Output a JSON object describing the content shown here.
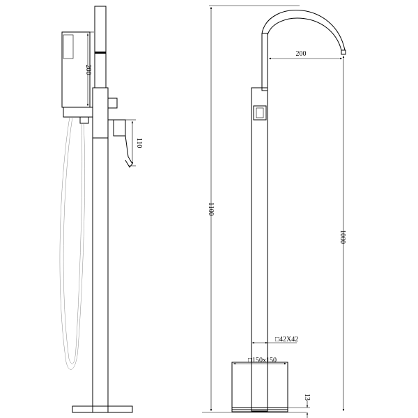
{
  "drawing": {
    "side_view": {
      "handshower_length": "200",
      "lever_height": "110"
    },
    "front_view": {
      "spout_reach": "200",
      "overall_height": "1100",
      "spout_height": "1000",
      "pipe_section": "□42X42",
      "base_size": "□150x150",
      "base_thickness": "13"
    },
    "line_color": "#000000"
  }
}
